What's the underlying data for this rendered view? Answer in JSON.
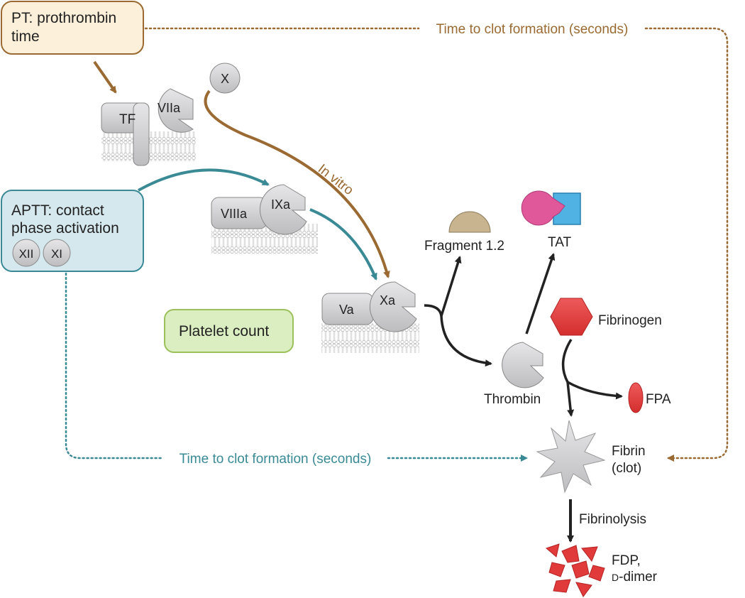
{
  "pt_label": {
    "line1": "PT: prothrombin",
    "line2": "time"
  },
  "aptt_label": {
    "line1": "APTT: contact",
    "line2": "phase activation"
  },
  "aptt_factors": [
    "XII",
    "XI"
  ],
  "platelet_label": "Platelet count",
  "time_label_top": "Time to clot formation (seconds)",
  "time_label_bottom": "Time to clot formation (seconds)",
  "in_vitro_label": "In vitro",
  "factors": {
    "tf": "TF",
    "viia": "VIIa",
    "x": "X",
    "viiia": "VIIIa",
    "ixa": "IXa",
    "va": "Va",
    "xa": "Xa"
  },
  "products": {
    "fragment": "Fragment 1.2",
    "tat": "TAT",
    "thrombin": "Thrombin",
    "fibrinogen": "Fibrinogen",
    "fpa": "FPA",
    "fibrin_line1": "Fibrin",
    "fibrin_line2": "(clot)",
    "fibrinolysis": "Fibrinolysis",
    "fdp_line1": "FDP,",
    "fdp_line2_prefix": "D",
    "fdp_line2_suffix": "-dimer"
  },
  "colors": {
    "pt_brown": "#9a6a32",
    "aptt_teal": "#3a8a96",
    "red": "#e03a3a",
    "gray": "#d0d0d2",
    "dark": "#222222"
  }
}
